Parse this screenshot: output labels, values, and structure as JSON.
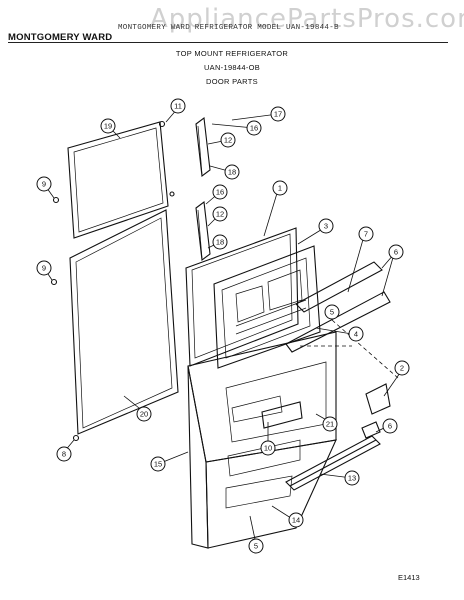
{
  "header": {
    "watermark": "AppliancePartsPros.com",
    "model_line": "MONTGOMERY WARD  REFRIGERATOR MODEL UAN-19844-B",
    "brand": "MONTGOMERY WARD"
  },
  "titles": {
    "product": "TOP MOUNT REFRIGERATOR",
    "model": "UAN-19844-OB",
    "section": "DOOR PARTS"
  },
  "figure_code": "E1413",
  "callouts": [
    "1",
    "2",
    "3",
    "4",
    "5",
    "5",
    "6",
    "6",
    "7",
    "8",
    "9",
    "9",
    "10",
    "11",
    "12",
    "12",
    "13",
    "14",
    "15",
    "16",
    "16",
    "17",
    "18",
    "18",
    "19",
    "20",
    "21"
  ]
}
